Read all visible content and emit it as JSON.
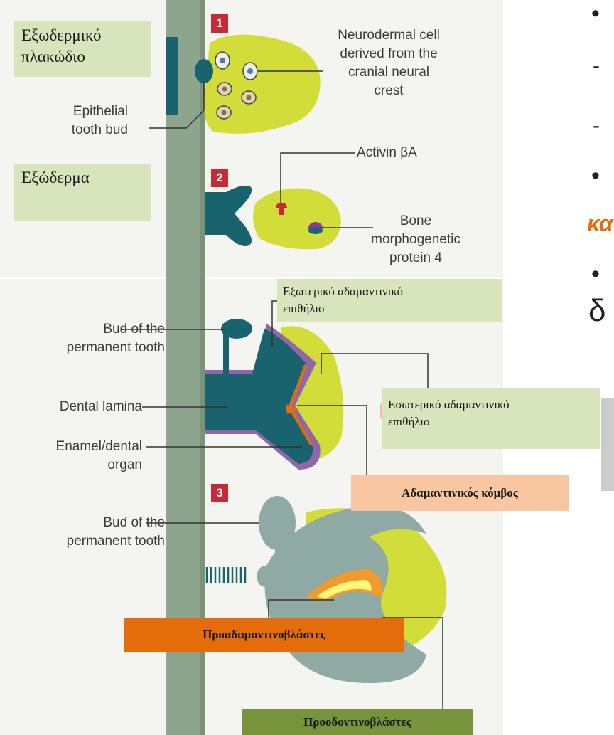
{
  "stages": [
    "1",
    "2",
    "3"
  ],
  "labels": {
    "neurodermal_cell": [
      "Neurodermal cell",
      "derived from the",
      "cranial neural",
      "crest"
    ],
    "epithelial_tooth_bud": [
      "Epithelial",
      "tooth bud"
    ],
    "activin": "Activin βA",
    "bmp4": [
      "Bone",
      "morphogenetic",
      "protein 4"
    ],
    "bud_permanent_tooth_1": [
      "Bud of the",
      "permanent tooth"
    ],
    "dental_lamina": "Dental lamina",
    "enamel_organ": [
      "Enamel/dental",
      "organ"
    ],
    "bud_permanent_tooth_2": [
      "Bud of the",
      "permanent tooth"
    ]
  },
  "greek_boxes": {
    "ectodermal_placode": [
      "Εξωδερμικό",
      "πλακώδιο"
    ],
    "ectoderm": "Εξώδερμα",
    "outer_enamel_epithelium": [
      "Εξωτερικό αδαμαντινικό",
      "επιθήλιο"
    ],
    "inner_enamel_epithelium": [
      "Εσωτερικό αδαμαντινικό",
      "επιθήλιο"
    ],
    "enamel_knot": "Αδαμαντινικός κόμβος",
    "preameloblasts": "Προαδαμαντινοβλάστες",
    "preodontoblasts": "Προοδοντινοβλάστες"
  },
  "side_fragments": {
    "bullet_1": "•",
    "dash_1": "-",
    "dash_2": "-",
    "bullet_2": "•",
    "orange_fragment": "κα",
    "bullet_3": "•",
    "delta_fragment": "δ"
  },
  "colors": {
    "ectoderm_bar": "#8ea58d",
    "teal": "#18636e",
    "mesenchyme": "#d3dd3a",
    "stage_badge": "#c42b35",
    "greek_box": "#d8e4bc",
    "enamel_knot_box": "#f9c6a2",
    "preameloblast_box": "#e46c0b",
    "preodontoblast_box": "#77933c",
    "purple_epithelium": "#9068a8",
    "orange_fragment": "#e46c0b"
  }
}
